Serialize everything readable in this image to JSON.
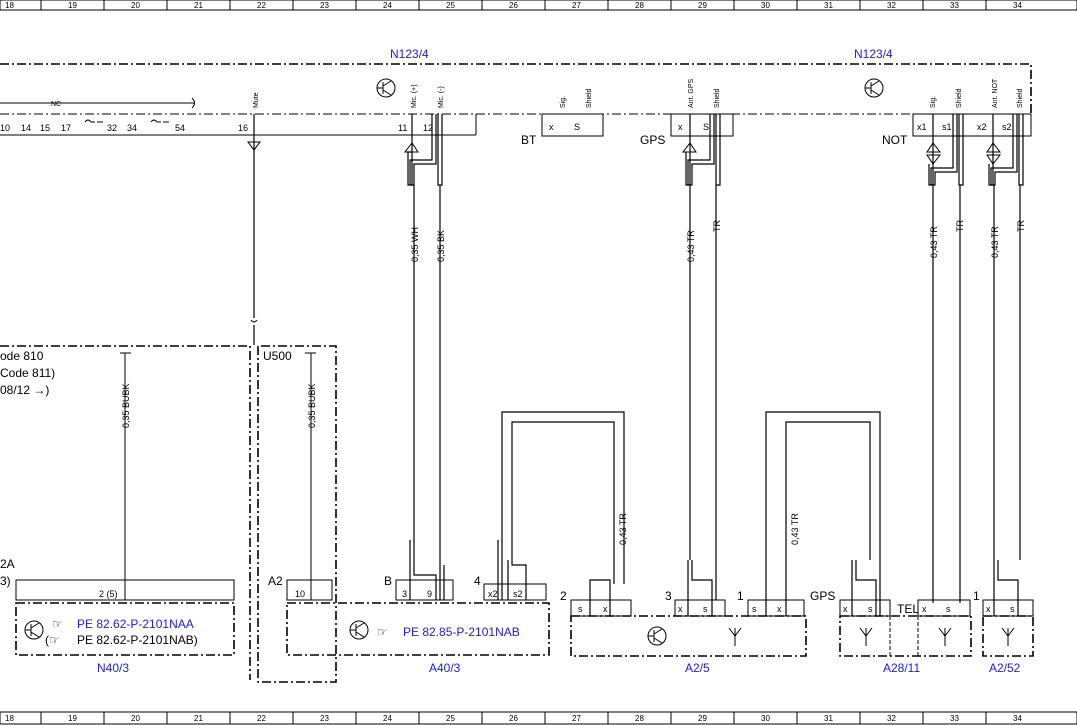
{
  "ruler": {
    "columns": [
      "18",
      "19",
      "20",
      "21",
      "22",
      "23",
      "24",
      "25",
      "26",
      "27",
      "28",
      "29",
      "30",
      "31",
      "32",
      "33",
      "34"
    ]
  },
  "modules": {
    "n123_left": "N123/4",
    "n123_right": "N123/4",
    "n40_3": "N40/3",
    "a40_3": "A40/3",
    "a2_5": "A2/5",
    "a28_11": "A28/11",
    "a2_52": "A2/52",
    "u500": "U500"
  },
  "refs": {
    "pe_naa": "PE 82.62-P-2101NAA",
    "pe_nab": "PE 82.62-P-2101NAB)",
    "pe_nab_a40": "PE 82.85-P-2101NAB"
  },
  "pins_top": {
    "list": [
      "10",
      "14",
      "15",
      "17",
      "32",
      "34",
      "54"
    ],
    "nc": "NC",
    "mute": "Mute",
    "pin16": "16",
    "pin11": "11",
    "pin12": "12",
    "mic_plus": "Mic. (+)",
    "mic_minus": "Mic. (-)",
    "sig": "Sig.",
    "shield": "Shield",
    "ant_gps": "Ant. GPS",
    "ant_not": "Ant. NOT",
    "x": "x",
    "s": "S",
    "x1": "x1",
    "s1": "s1",
    "x2": "x2",
    "s2": "s2"
  },
  "connectors": {
    "bt": "BT",
    "gps": "GPS",
    "not": "NOT",
    "a2": "A2",
    "b": "B",
    "tel": "TEL",
    "gps_lower": "GPS",
    "pin2": "2",
    "pin3": "3",
    "pin4": "4",
    "pin1": "1",
    "pin1b": "1",
    "pin10": "10",
    "pin2_5": "2 (5)",
    "pin3b": "3",
    "pin9": "9",
    "sx": "s",
    "xx": "x"
  },
  "wires": {
    "wh": "0,35 WH",
    "bk": "0,35 BK",
    "tr043": "0,43 TR",
    "tr": "TR",
    "bubk": "0,35 BUBK"
  },
  "notes": {
    "code810": "ode 810",
    "code811": "Code 811)",
    "date": "08/12 →)",
    "a2a": "2A",
    "n3": "3)"
  }
}
